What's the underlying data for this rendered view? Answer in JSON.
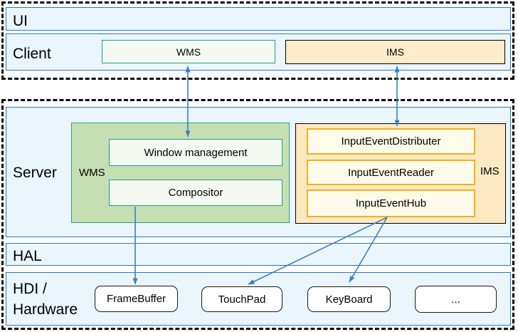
{
  "layers": {
    "ui": {
      "label": "UI"
    },
    "client": {
      "label": "Client",
      "wms": {
        "label": "WMS"
      },
      "ims": {
        "label": "IMS"
      }
    },
    "server": {
      "label": "Server",
      "wms_group": {
        "label": "WMS",
        "window_management": {
          "label": "Window management"
        },
        "compositor": {
          "label": "Compositor"
        }
      },
      "ims_group": {
        "label": "IMS",
        "input_event_distributer": {
          "label": "InputEventDistributer"
        },
        "input_event_reader": {
          "label": "InputEventReader"
        },
        "input_event_hub": {
          "label": "InputEventHub"
        }
      }
    },
    "hal": {
      "label": "HAL"
    },
    "hdi_hardware": {
      "label": "HDI / Hardware",
      "devices": {
        "framebuffer": {
          "label": "FrameBuffer"
        },
        "touchpad": {
          "label": "TouchPad"
        },
        "keyboard": {
          "label": "KeyBoard"
        },
        "more": {
          "label": "..."
        }
      }
    }
  },
  "colors": {
    "layer_fill": "#ebf5fc",
    "layer_border": "#2779c4",
    "dashed_border": "#000000",
    "wms_group_fill": "#c5dfb3",
    "wms_group_border": "#29a18c",
    "wms_inner_fill": "#f4faf2",
    "wms_inner_border": "#1f9e8c",
    "ims_group_fill": "#fce9c1",
    "ims_inner_fill": "#fffbea",
    "ims_inner_border": "#f2b01e",
    "ims_client_fill": "#feecca",
    "hardware_box_fill": "#ffffff",
    "arrow": "#3a7ec2"
  }
}
